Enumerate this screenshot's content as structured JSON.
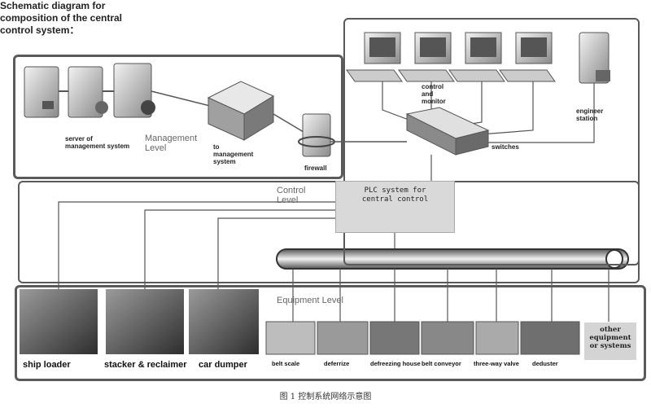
{
  "title": "Schematic diagram for\ncomposition of the central\ncontrol system：",
  "levels": {
    "management": "Management\nLevel",
    "control": "Control\nLevel",
    "equipment": "Equipment Level"
  },
  "labels": {
    "server": "server of\nmanagement system",
    "to_management": "to\nmanagement\nsystem",
    "firewall": "firewall",
    "control_monitor": "control\nand\nmonitor",
    "engineer_station": "engineer\nstation",
    "switches": "switches",
    "plc": "PLC system for\ncentral control"
  },
  "equipment_large": [
    "ship loader",
    "stacker & reclaimer",
    "car dumper"
  ],
  "equipment_small": [
    "belt scale",
    "deferrize",
    "defreezing house",
    "belt conveyor",
    "three-way valve",
    "deduster"
  ],
  "other_equipment": "other\nequipment\nor systems",
  "caption": "图 1 控制系统网络示意图",
  "colors": {
    "border": "#5a5a5a",
    "panel": "#d9d9d9",
    "line": "#555555"
  }
}
